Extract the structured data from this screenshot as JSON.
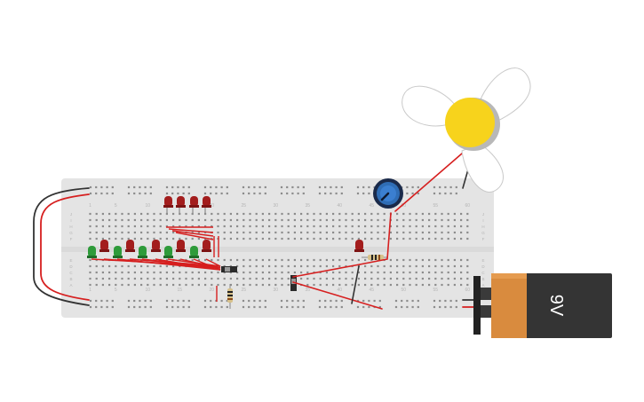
{
  "breadboard": {
    "column_numbers": [
      "1",
      "5",
      "10",
      "15",
      "20",
      "25",
      "30",
      "35",
      "40",
      "45",
      "50",
      "55",
      "60"
    ],
    "row_letters_top": [
      "J",
      "I",
      "H",
      "G",
      "F"
    ],
    "row_letters_bottom": [
      "E",
      "D",
      "C",
      "B",
      "A"
    ],
    "colors": {
      "body": "#e4e4e4",
      "hole": "#8c8c8c",
      "text": "#b4b4b4"
    }
  },
  "battery": {
    "label": "9V",
    "colors": {
      "body": "#343434",
      "label_band": "#d98b3e",
      "terminal": "#222222"
    }
  },
  "motor": {
    "colors": {
      "hub": "#f7d31c",
      "blade": "#ffffff",
      "blade_stroke": "#c9c9c9"
    }
  },
  "potentiometer": {
    "colors": {
      "knob": "#2f6db5",
      "ring": "#1a2a4a"
    }
  },
  "leds": {
    "colors": {
      "red": "#a31d1d",
      "green": "#2e9b3a"
    }
  },
  "wires": {
    "colors": {
      "red": "#d61f1f",
      "black": "#333333"
    }
  }
}
